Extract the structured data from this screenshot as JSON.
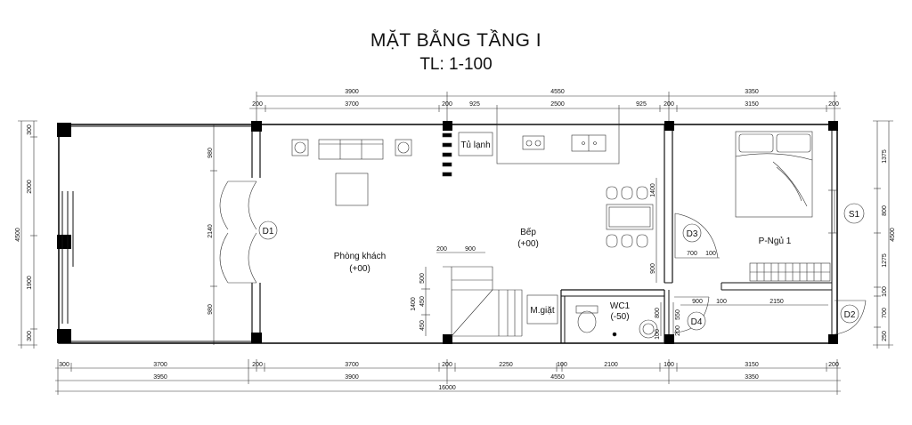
{
  "title": "MẶT BẰNG TẦNG I",
  "scale": "TL: 1-100",
  "dimensions": {
    "top_outer": [
      "3900",
      "4550",
      "3350"
    ],
    "top_inner": [
      "200",
      "3700",
      "200",
      "925",
      "2500",
      "925",
      "200",
      "3150",
      "200"
    ],
    "bottom_inner": [
      "300",
      "3700",
      "200",
      "3700",
      "200",
      "2250",
      "100",
      "2100",
      "100",
      "3150",
      "200"
    ],
    "bottom_outer": [
      "3950",
      "3900",
      "4550",
      "3350"
    ],
    "bottom_total": "16000",
    "left_inner": [
      "300",
      "2000",
      "1900",
      "300"
    ],
    "left_outer": "4500",
    "right_inner": [
      "1375",
      "800",
      "1275",
      "100",
      "700",
      "250"
    ],
    "right_outer": "4500",
    "door_front": [
      "980",
      "2140",
      "980"
    ],
    "interior": [
      "200",
      "900",
      "500",
      "1400",
      "450",
      "450",
      "1400",
      "900",
      "700",
      "100",
      "900",
      "100",
      "2150",
      "550",
      "200",
      "800",
      "100"
    ]
  },
  "rooms": {
    "living": {
      "name": "Phòng khách",
      "level": "(+00)"
    },
    "kitchen": {
      "name": "Bếp",
      "level": "(+00)"
    },
    "bedroom": {
      "name": "P-Ngủ 1"
    },
    "wc": {
      "name": "WC1",
      "level": "(-50)"
    }
  },
  "fixtures": {
    "fridge": "Tủ lạnh",
    "washer": "M.giặt"
  },
  "tags": {
    "d1": "D1",
    "d2": "D2",
    "d3": "D3",
    "d4": "D4",
    "s1": "S1"
  }
}
